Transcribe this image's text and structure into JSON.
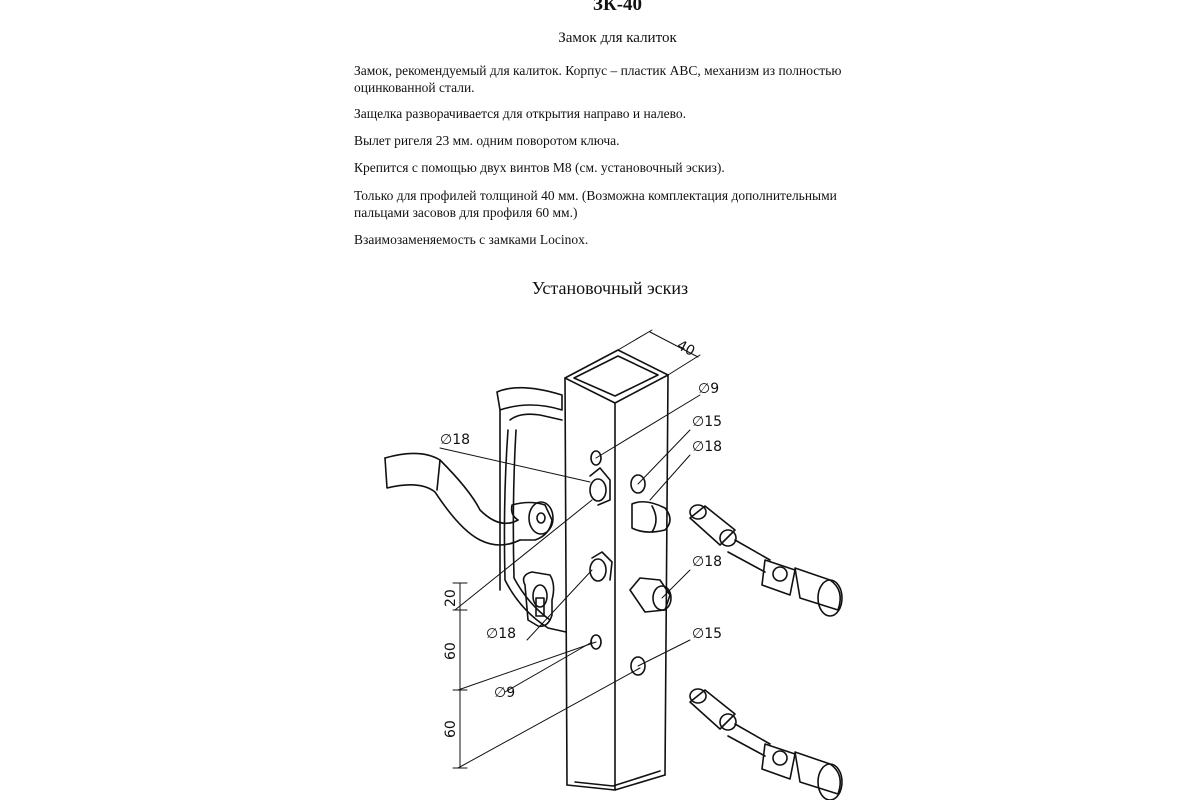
{
  "document": {
    "title": "ЗК-40",
    "subtitle": "Замок для калиток",
    "paragraphs": [
      "Замок, рекомендуемый для калиток. Корпус – пластик АВС, механизм из полностью оцинкованной стали.",
      "Защелка разворачивается для открытия направо и налево.",
      "Вылет ригеля 23 мм. одним поворотом ключа.",
      "Крепится с помощью двух винтов М8 (см. установочный эскиз).",
      "Только для профилей толщиной 40 мм. (Возможна комплектация дополнительными пальцами засовов для профиля 60 мм.)",
      "Взаимозаменяемость с замками Locinox."
    ],
    "drawing_title": "Установочный эскиз"
  },
  "drawing": {
    "dim_profile": "40",
    "dim_hole_9_top": "∅9",
    "dim_hole_15_top": "∅15",
    "dim_hole_18_latch": "∅18",
    "dim_hole_18_left": "∅18",
    "dim_hole_18_mid": "∅18",
    "dim_hole_18_cyl": "∅18",
    "dim_hole_15_bottom": "∅15",
    "dim_hole_9_bottom": "∅9",
    "dim_v_20": "20",
    "dim_v_60_a": "60",
    "dim_v_60_b": "60"
  }
}
